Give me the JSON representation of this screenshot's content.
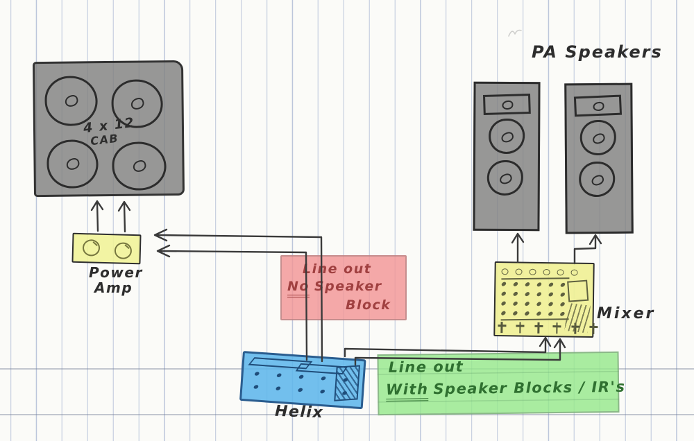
{
  "nodes": {
    "cab": {
      "label_line1": "4 x 12",
      "label_line2": "CAB"
    },
    "power_amp": {
      "label_line1": "Power",
      "label_line2": "Amp"
    },
    "helix": {
      "label": "Helix"
    },
    "mixer": {
      "label": "Mixer"
    },
    "pa_speakers": {
      "label": "PA Speakers"
    }
  },
  "annotations": {
    "line_out_no": {
      "line1": "Line out",
      "underlined_word": "No",
      "line2_rest": "Speaker",
      "line3": "Block",
      "text_color": "#a04040",
      "bg_color": "#f29494"
    },
    "line_out_with": {
      "line1": "Line out",
      "underlined_word": "With",
      "line2_rest": "Speaker Blocks / IR's",
      "text_color": "#2f7030",
      "bg_color": "#97e78d"
    }
  },
  "connections": [
    {
      "from": "Helix line out",
      "to": "Power Amp",
      "cables": 2,
      "note": "no speaker block"
    },
    {
      "from": "Power Amp",
      "to": "4x12 CAB",
      "cables": 2
    },
    {
      "from": "Helix line out",
      "to": "Mixer",
      "cables": 2,
      "note": "with speaker blocks / IR's"
    },
    {
      "from": "Mixer",
      "to": "PA Speaker left",
      "cables": 1
    },
    {
      "from": "Mixer",
      "to": "PA Speaker right",
      "cables": 1
    }
  ],
  "colors": {
    "paper": "#fbfbf8",
    "ruled_line": "#7d91be",
    "ink": "#3a3a3a",
    "equipment_gray": "#8c8c8c",
    "highlight_yellow": "#eef096",
    "highlight_pink": "#f29494",
    "highlight_green": "#97e78d",
    "highlight_blue": "#60b6ec",
    "mixer_detail": "#5f6140",
    "helix_detail": "#1f4d7a"
  },
  "decor": {
    "cab_speaker_count": 4,
    "pa_speaker_count": 2,
    "power_amp_knobs": 2,
    "mixer_knob_cols": 6,
    "mixer_dot_rows": 4,
    "mixer_fader_count": 6,
    "helix_switch_cols": 5,
    "helix_switch_rows": 2
  }
}
